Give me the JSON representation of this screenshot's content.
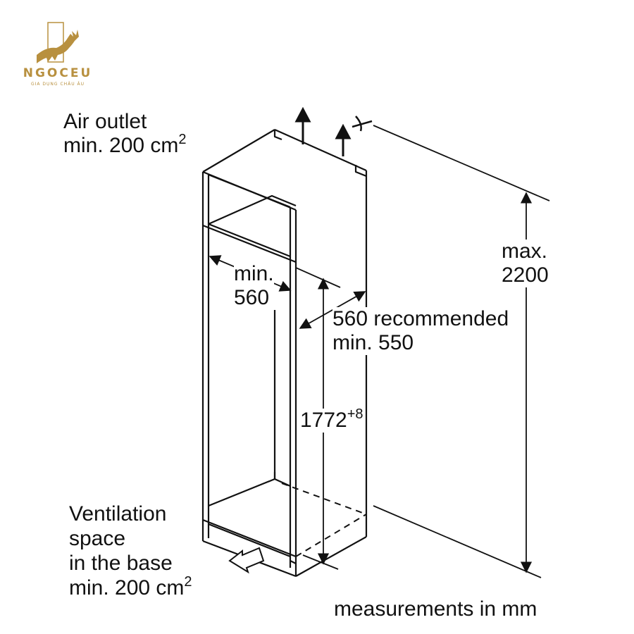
{
  "brand": {
    "name": "NGOCEU",
    "tagline": "GIA DỤNG CHÂU ÂU",
    "color": "#b8903f"
  },
  "labels": {
    "air_outlet_line1": "Air outlet",
    "air_outlet_line2": "min. 200 cm",
    "air_outlet_sup": "2",
    "min_width_line1": "min.",
    "min_width_line2": "560",
    "depth_line1": "560 recommended",
    "depth_line2": "min. 550",
    "niche_height": "1772",
    "niche_height_tol": "+8",
    "max_height_line1": "max.",
    "max_height_line2": "2200",
    "vent_line1": "Ventilation",
    "vent_line2": "space",
    "vent_line3": "in the base",
    "vent_line4": "min. 200 cm",
    "vent_sup": "2",
    "units_note": "measurements in mm"
  },
  "colors": {
    "line": "#111111",
    "background": "#ffffff"
  }
}
